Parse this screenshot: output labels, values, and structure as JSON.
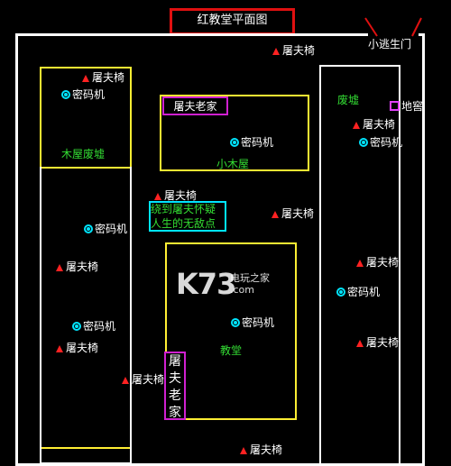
{
  "title": "红教堂平面图",
  "exit": "小逃生门",
  "cellar": "地窖",
  "rooms": {
    "ruins_left": "木屋废墟",
    "cabin_header": "屠夫老家",
    "cabin": "小木屋",
    "ruins_right": "废墟",
    "church": "教堂",
    "butcher_home_vertical": [
      "屠",
      "夫",
      "老",
      "家"
    ],
    "note_line1": "绕到屠夫怀疑",
    "note_line2": "人生的无敌点"
  },
  "hook_label": "屠夫椅",
  "cipher_label": "密码机",
  "watermark": {
    "logo": "K73",
    "site": "电玩之家",
    "domain": ".com"
  },
  "colors": {
    "background": "#000000",
    "wall": "#ffffff",
    "title_border": "#e01010",
    "room_yellow": "#ffee33",
    "cyan": "#00e5ff",
    "magenta": "#d020d0",
    "hook_red": "#ff2222",
    "label_green": "#33dd33"
  }
}
